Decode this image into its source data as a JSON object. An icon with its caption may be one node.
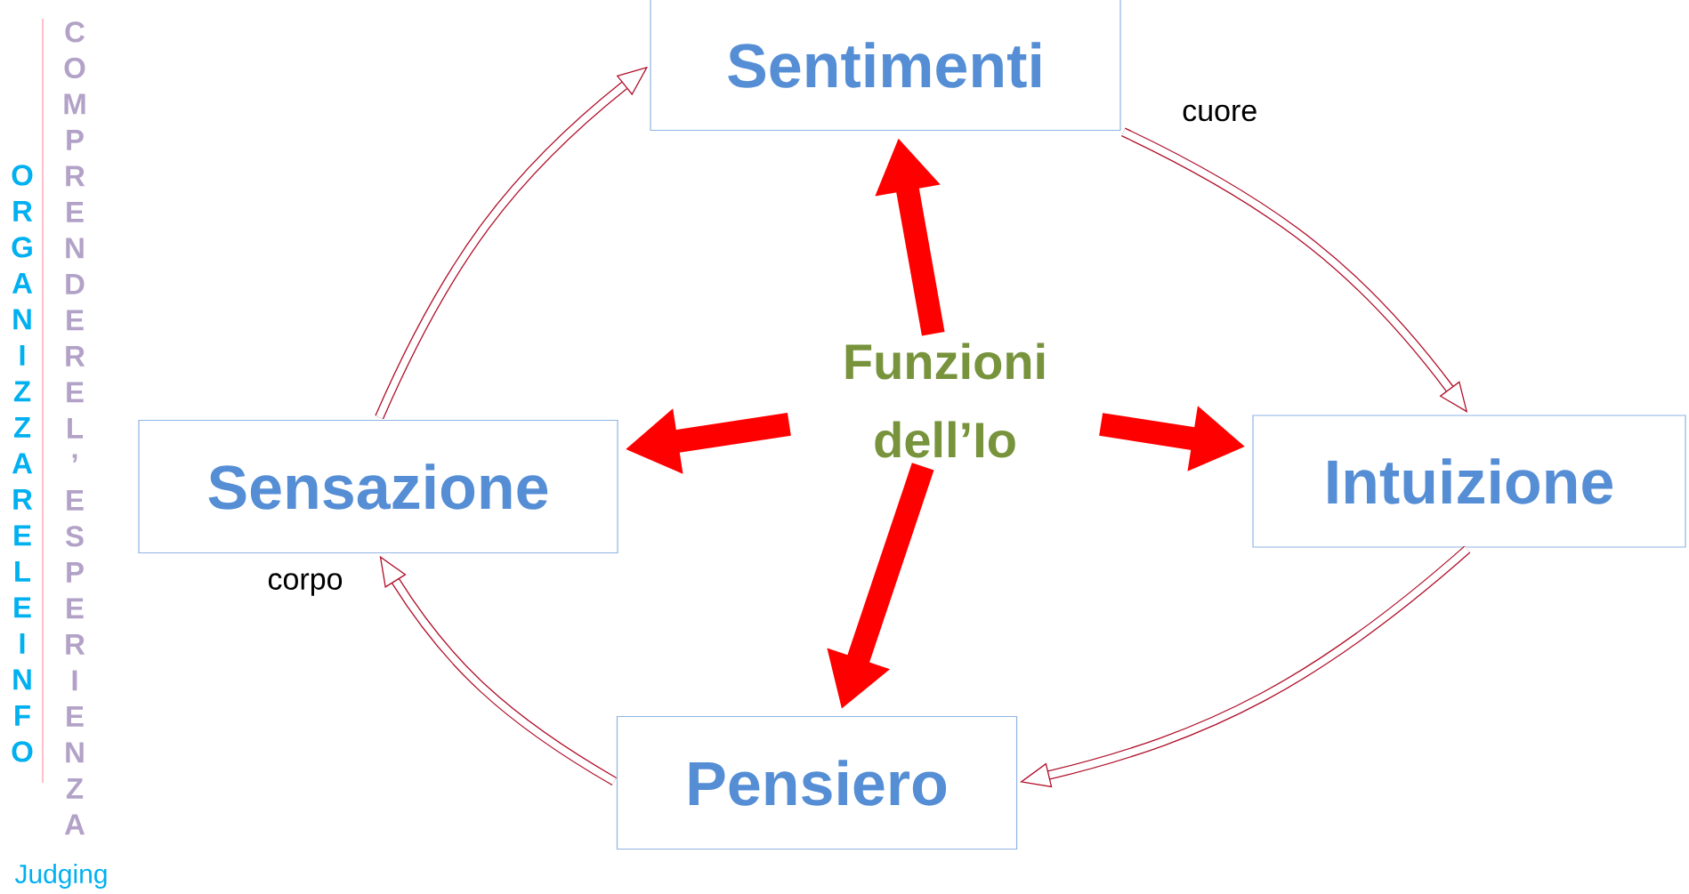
{
  "diagram": {
    "nodes": [
      {
        "text": [
          "Sentimenti"
        ],
        "beside": [
          "cuore"
        ]
      },
      {
        "text": [
          "Funzioni dell’Io"
        ]
      },
      {
        "text": [
          "Sensazione"
        ],
        "beside": [
          "corpo"
        ]
      },
      {
        "text": [
          "Intuizione"
        ]
      },
      {
        "text": [
          "Pensiero"
        ]
      }
    ],
    "edges": [
      {
        "from": 1,
        "to": 0,
        "arrow": "to",
        "style": "thick",
        "color": "#ff0000"
      },
      {
        "from": 1,
        "to": 2,
        "arrow": "to",
        "style": "thick",
        "color": "#ff0000"
      },
      {
        "from": 1,
        "to": 3,
        "arrow": "to",
        "style": "thick",
        "color": "#ff0000"
      },
      {
        "from": 1,
        "to": 4,
        "arrow": "to",
        "style": "thick",
        "color": "#ff0000"
      },
      {
        "from": 2,
        "to": 0,
        "arrow": "to",
        "color": "#b0102a"
      },
      {
        "from": 0,
        "to": 3,
        "arrow": "to",
        "color": "#b0102a"
      },
      {
        "from": 3,
        "to": 4,
        "arrow": "to",
        "color": "#b0102a"
      },
      {
        "from": 4,
        "to": 2,
        "arrow": "to",
        "color": "#b0102a"
      }
    ],
    "labels": [
      "ORGANIZZARE LE INFO",
      "COMPRENDERE L’ESPERIENZA",
      "Judging"
    ]
  }
}
